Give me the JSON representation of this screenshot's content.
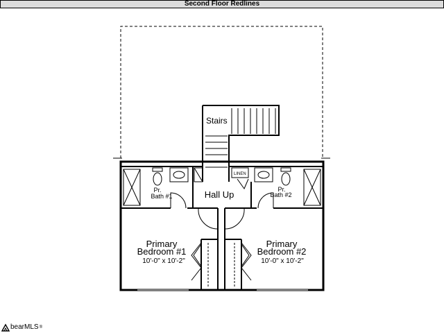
{
  "header": {
    "title": "Second Floor Redlines"
  },
  "rooms": {
    "stairs": "Stairs",
    "hall": "Hall Up",
    "linen": "LINEN",
    "bath1": {
      "line1": "Pr.",
      "line2": "Bath #1"
    },
    "bath2": {
      "line1": "Pr.",
      "line2": "Bath #2"
    },
    "bedroom1": {
      "line1": "Primary",
      "line2": "Bedroom #1",
      "size": "10'-0\" x 10'-2\""
    },
    "bedroom2": {
      "line1": "Primary",
      "line2": "Bedroom #2",
      "size": "10'-0\" x 10'-2\""
    }
  },
  "watermark": {
    "brand": "bearMLS",
    "mark": "®"
  }
}
